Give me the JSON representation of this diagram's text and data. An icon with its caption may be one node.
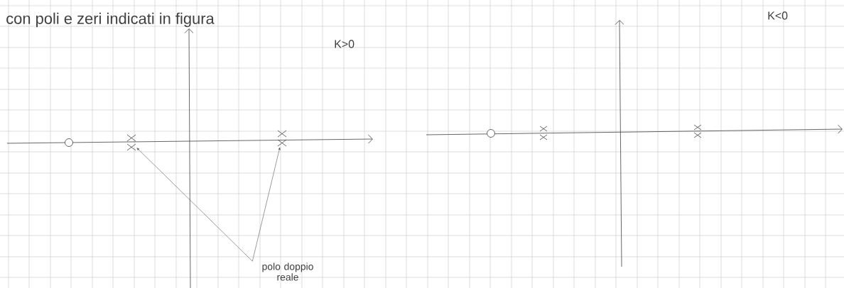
{
  "diagram": {
    "nodes": [
      {
        "text": [],
        "shape": "cross"
      },
      {
        "text": [],
        "shape": "cross"
      },
      {
        "text": [
          "polo doppio reale"
        ]
      }
    ],
    "edges": [
      {
        "from": 2,
        "to": 0,
        "arrow": "to"
      },
      {
        "from": 2,
        "to": 1,
        "arrow": "to"
      }
    ],
    "labels": [
      "con poli e zeri indicati in figura",
      "K>0",
      "K<0"
    ]
  }
}
